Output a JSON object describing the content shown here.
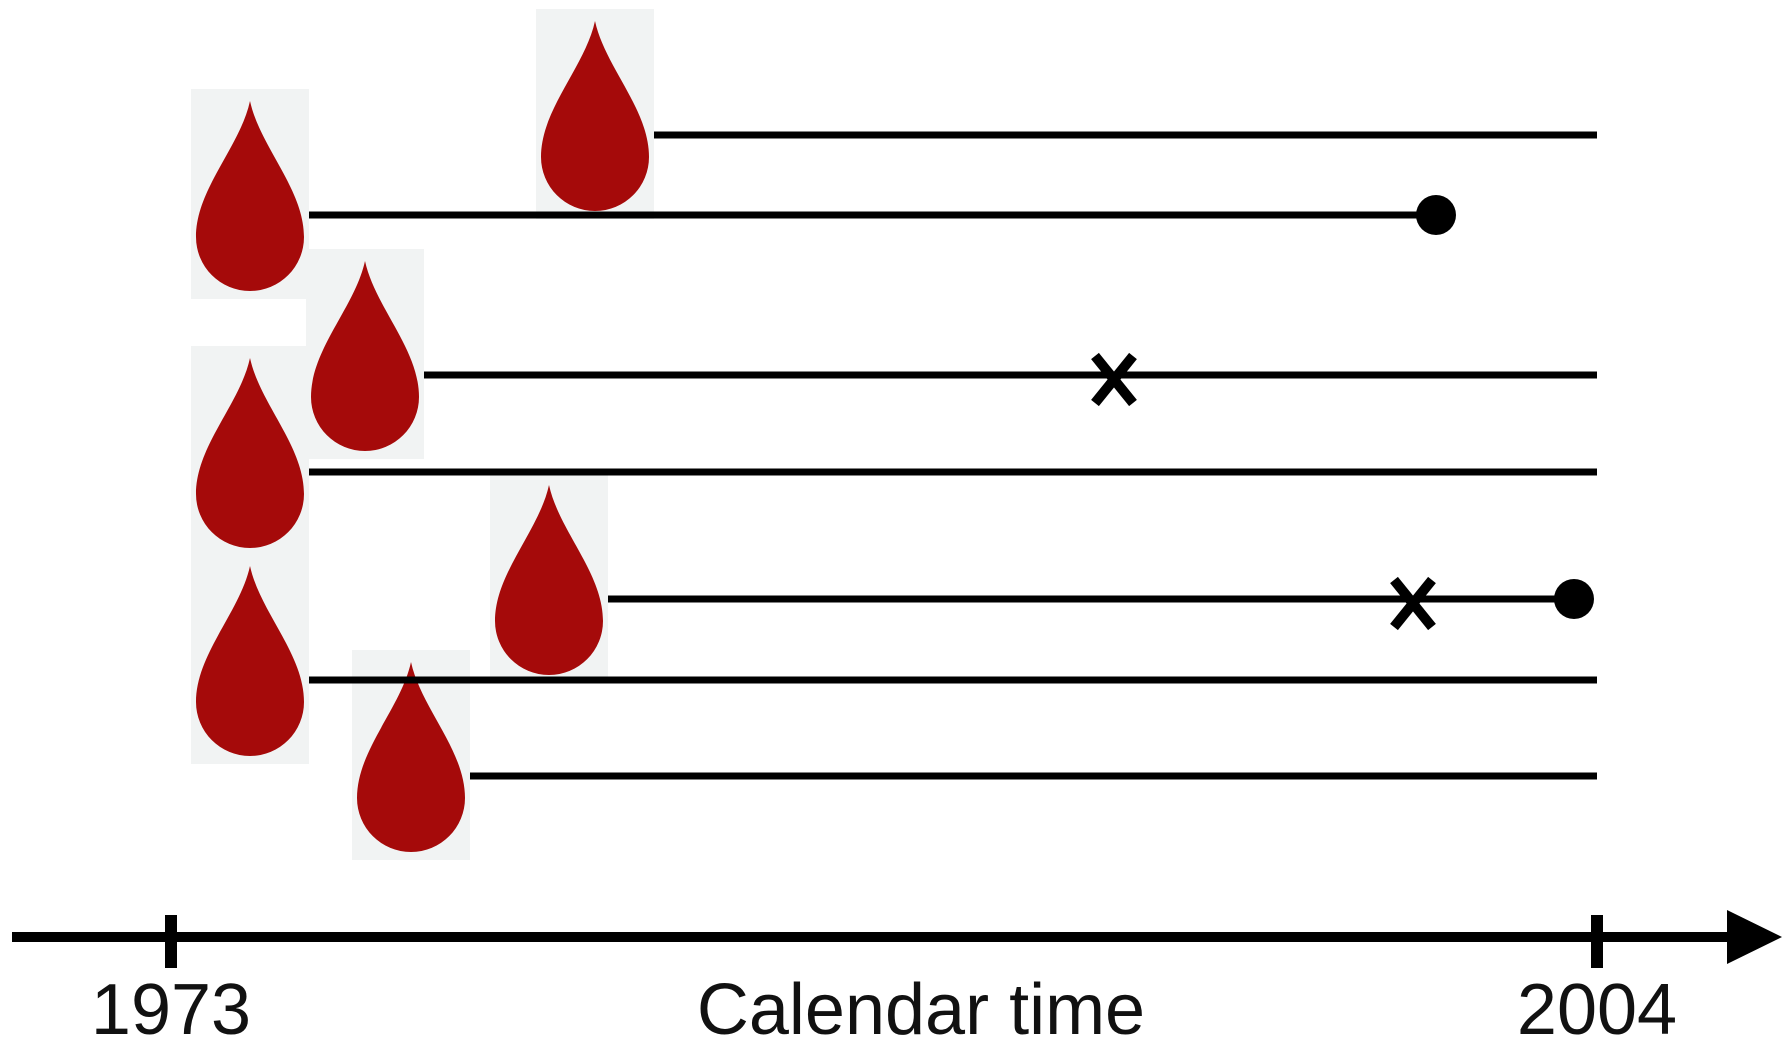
{
  "timeline": {
    "start_label": "1973",
    "end_label": "2004",
    "axis_title": "Calendar time",
    "start_year": 1973,
    "end_year": 2004,
    "line_color": "#000000"
  },
  "drop_icon": {
    "name": "blood-drop-icon",
    "color": "#a50a0a",
    "background": "#f1f3f3"
  },
  "participants": [
    {
      "entry_year": 1983.5,
      "exit_year": 2004.0,
      "event_year": null,
      "end_marker": "none"
    },
    {
      "entry_year": 1976.0,
      "exit_year": 2000.5,
      "event_year": null,
      "end_marker": "dot"
    },
    {
      "entry_year": 1978.5,
      "exit_year": 2004.0,
      "event_year": 1993.5,
      "end_marker": "none"
    },
    {
      "entry_year": 1976.0,
      "exit_year": 2004.0,
      "event_year": null,
      "end_marker": "none"
    },
    {
      "entry_year": 1982.5,
      "exit_year": 2003.5,
      "event_year": 2000.0,
      "end_marker": "dot"
    },
    {
      "entry_year": 1976.0,
      "exit_year": 2004.0,
      "event_year": null,
      "end_marker": "none"
    },
    {
      "entry_year": 1979.5,
      "exit_year": 2004.0,
      "event_year": null,
      "end_marker": "none"
    }
  ]
}
